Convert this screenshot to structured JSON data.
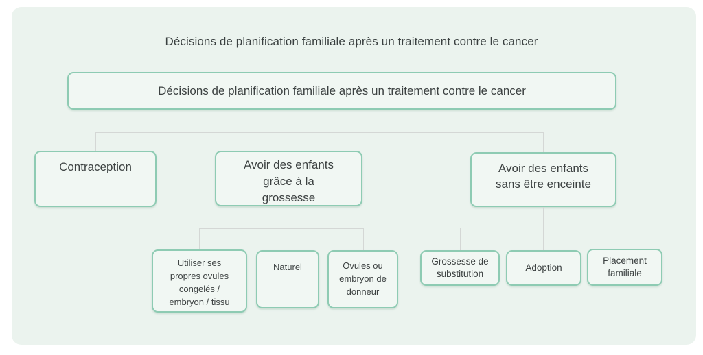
{
  "colors": {
    "page_background": "#ffffff",
    "panel_background": "#ebf3ee",
    "node_border": "#8ecbb3",
    "node_fill": "#f1f7f3",
    "connector": "#d4d7d5",
    "text": "#3d4242"
  },
  "title": "Décisions de planification familiale après un traitement contre le cancer",
  "tree": {
    "root": {
      "label": "Décisions de planification familiale après un traitement contre le cancer"
    },
    "level2": [
      {
        "label": "Contraception"
      },
      {
        "label": "Avoir des enfants\ngrâce à la\ngrossesse"
      },
      {
        "label": "Avoir des enfants\nsans être enceinte"
      }
    ],
    "level3_pregnancy": [
      {
        "label": "Utiliser ses\npropres ovules\ncongelés /\nembryon / tissu"
      },
      {
        "label": "Naturel"
      },
      {
        "label": "Ovules ou\nembryon de\ndonneur"
      }
    ],
    "level3_without_pregnancy": [
      {
        "label": "Grossesse de\nsubstitution"
      },
      {
        "label": "Adoption"
      },
      {
        "label": "Placement\nfamiliale"
      }
    ]
  }
}
